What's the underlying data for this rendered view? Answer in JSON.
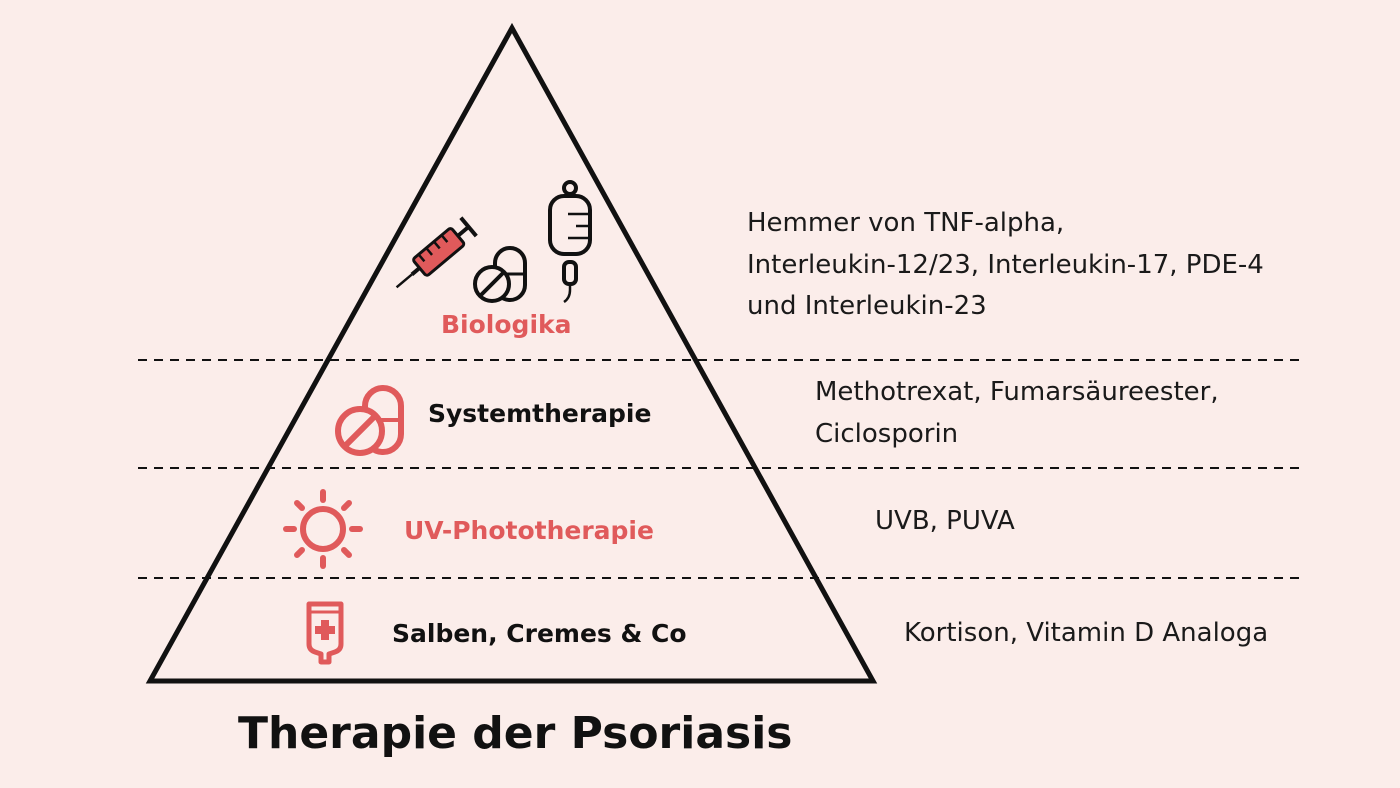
{
  "title": "Therapie der Psoriasis",
  "colors": {
    "background": "#fbedea",
    "accent": "#e05a5b",
    "text": "#111111"
  },
  "tiers": [
    {
      "label": "Biologika",
      "accent": true,
      "icons": [
        "syringe-icon",
        "pills-icon",
        "infusion-bag-icon"
      ],
      "description_lines": [
        "Hemmer von TNF-alpha,",
        "Interleukin-12/23, Interleukin-17, PDE-4",
        "und Interleukin-23"
      ]
    },
    {
      "label": "Systemtherapie",
      "accent": false,
      "icons": [
        "pills-icon"
      ],
      "description_lines": [
        "Methotrexat, Fumarsäureester,",
        "Ciclosporin"
      ]
    },
    {
      "label": "UV-Phototherapie",
      "accent": true,
      "icons": [
        "sun-icon"
      ],
      "description_lines": [
        "UVB, PUVA"
      ]
    },
    {
      "label": "Salben, Cremes & Co",
      "accent": false,
      "icons": [
        "ointment-tube-icon"
      ],
      "description_lines": [
        "Kortison, Vitamin D Analoga"
      ]
    }
  ]
}
